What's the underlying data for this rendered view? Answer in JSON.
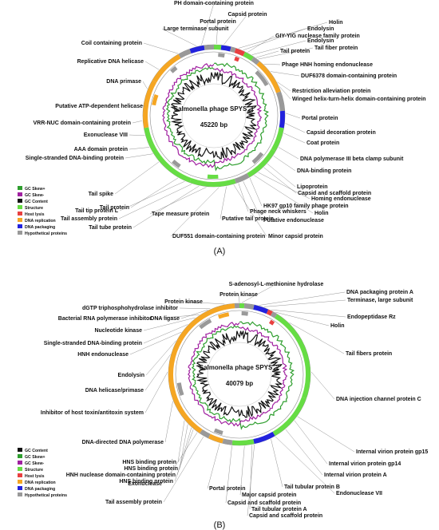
{
  "panelA": {
    "title": "Salmonella phage SPYS_1",
    "size": "45220 bp",
    "caption": "(A)",
    "legend": [
      {
        "label": "GC Skew+",
        "color": "#2e9e2e"
      },
      {
        "label": "GC Skew-",
        "color": "#a020a0"
      },
      {
        "label": "GC Content",
        "color": "#111111"
      },
      {
        "label": "Structure",
        "color": "#66dd44"
      },
      {
        "label": "Host lysis",
        "color": "#e84040"
      },
      {
        "label": "DNA replication",
        "color": "#f5a623"
      },
      {
        "label": "DNA packaging",
        "color": "#2222dd"
      },
      {
        "label": "Hypothetical proteins",
        "color": "#999999"
      }
    ],
    "genes": [
      "PH domain-containing protein",
      "Capsid protein",
      "Portal protein",
      "Holin",
      "Large terminase subunit",
      "Endolysin",
      "GIY-YIG nuclease family protein",
      "Endolysin",
      "Coil containing protein",
      "Tail fiber protein",
      "Tail protein",
      "Replicative DNA helicase",
      "Phage HNH homing endonuclease",
      "DUF6378 domain-containing protein",
      "DNA primase",
      "Restriction alleviation protein",
      "Winged helix-turn-helix domain-containing protein",
      "Putative ATP-dependent helicase",
      "Portal protein",
      "VRR-NUC domain-containing protein",
      "Capsid decoration protein",
      "Exonuclease VIII",
      "Coat protein",
      "AAA domain protein",
      "DNA polymerase III beta clamp subunit",
      "Single-stranded DNA-binding protein",
      "DNA-binding protein",
      "Tail spike",
      "Lipoprotein",
      "Capsid and scaffold protein",
      "Homing endonuclease",
      "Tail protein",
      "HK97 gp10 family phage protein",
      "Tail tip protein L",
      "Phage neck whiskers",
      "Holin",
      "Tail assembly protein",
      "Tape measure protein",
      "Putative tail protein",
      "Putative endonuclease",
      "Tail tube protein",
      "DUF551 domain-containing protein",
      "Minor capsid protein"
    ]
  },
  "panelB": {
    "title": "Salmonella phage SPYS_2",
    "size": "40079 bp",
    "caption": "(B)",
    "legend": [
      {
        "label": "GC Content",
        "color": "#111111"
      },
      {
        "label": "GC Skew+",
        "color": "#2e9e2e"
      },
      {
        "label": "GC Skew-",
        "color": "#a020a0"
      },
      {
        "label": "Structure",
        "color": "#66dd44"
      },
      {
        "label": "Host lysis",
        "color": "#e84040"
      },
      {
        "label": "DNA replication",
        "color": "#f5a623"
      },
      {
        "label": "DNA packaging",
        "color": "#2222dd"
      },
      {
        "label": "Hypothetical proteins",
        "color": "#999999"
      }
    ],
    "genes": [
      "S-adenosyl-L-methionine hydrolase",
      "Protein kinase",
      "Protein kinase",
      "DNA packaging protein A",
      "dGTP triphosphohydrolase inhibitor",
      "Terminase, large subunit",
      "Bacterial RNA polymerase inhibitor",
      "DNA ligase",
      "Endopeptidase Rz",
      "Nucleotide kinase",
      "Holin",
      "Single-stranded DNA-binding protein",
      "HNH endonuclease",
      "Tail fibers protein",
      "Endolysin",
      "DNA helicase/primase",
      "DNA injection channel protein C",
      "Inhibitor of host toxin/antitoxin system",
      "DNA-directed DNA polymerase",
      "Internal virion protein gp15",
      "Internal virion protein gp14",
      "HNS binding protein",
      "Internal virion protein A",
      "HNS binding protein",
      "HNH nuclease domain-containing protein",
      "HNS binding protein",
      "Tail tubular protein B",
      "Exonuclease",
      "Endonuclease VII",
      "Portal protein",
      "Tail assembly protein",
      "Major capsid protein",
      "Capsid and scaffold protein",
      "Tail tubular protein A",
      "Capsid and scaffold protein"
    ]
  }
}
